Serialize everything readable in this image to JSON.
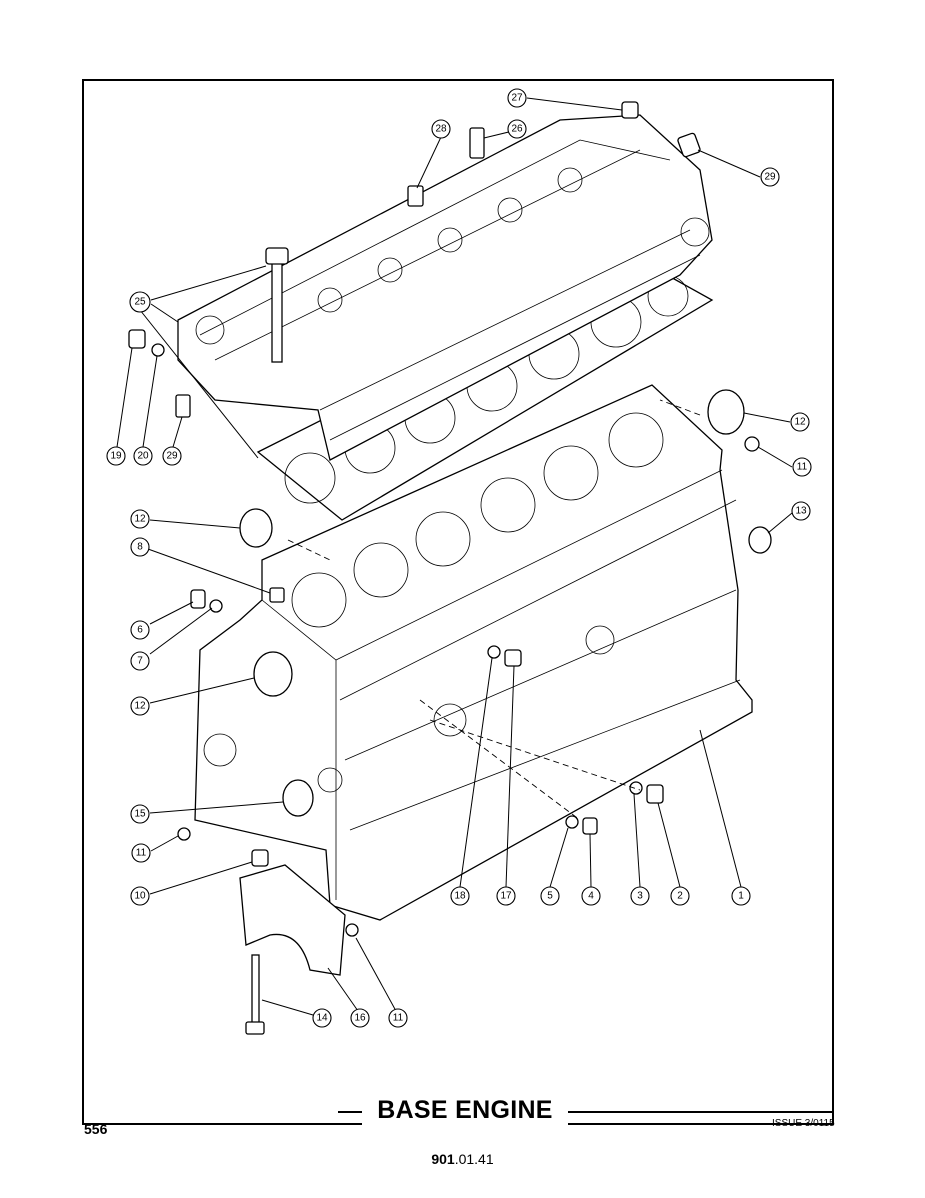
{
  "diagram": {
    "title": "BASE ENGINE",
    "page_number": "556",
    "issue": "ISSUE 3/0115",
    "section_code_bold": "901",
    "section_code_rest": ".01.41",
    "callouts": [
      {
        "id": "c27",
        "label": "27"
      },
      {
        "id": "c28",
        "label": "28"
      },
      {
        "id": "c26",
        "label": "26"
      },
      {
        "id": "c29a",
        "label": "29"
      },
      {
        "id": "c25",
        "label": "25"
      },
      {
        "id": "c19",
        "label": "19"
      },
      {
        "id": "c20",
        "label": "20"
      },
      {
        "id": "c29b",
        "label": "29"
      },
      {
        "id": "c12a",
        "label": "12"
      },
      {
        "id": "c11a",
        "label": "11"
      },
      {
        "id": "c13",
        "label": "13"
      },
      {
        "id": "c12b",
        "label": "12"
      },
      {
        "id": "c8",
        "label": "8"
      },
      {
        "id": "c6",
        "label": "6"
      },
      {
        "id": "c7",
        "label": "7"
      },
      {
        "id": "c12c",
        "label": "12"
      },
      {
        "id": "c15",
        "label": "15"
      },
      {
        "id": "c11b",
        "label": "11"
      },
      {
        "id": "c10",
        "label": "10"
      },
      {
        "id": "c18",
        "label": "18"
      },
      {
        "id": "c17",
        "label": "17"
      },
      {
        "id": "c5",
        "label": "5"
      },
      {
        "id": "c4",
        "label": "4"
      },
      {
        "id": "c3",
        "label": "3"
      },
      {
        "id": "c2",
        "label": "2"
      },
      {
        "id": "c1",
        "label": "1"
      },
      {
        "id": "c14",
        "label": "14"
      },
      {
        "id": "c16",
        "label": "16"
      },
      {
        "id": "c11c",
        "label": "11"
      }
    ]
  }
}
